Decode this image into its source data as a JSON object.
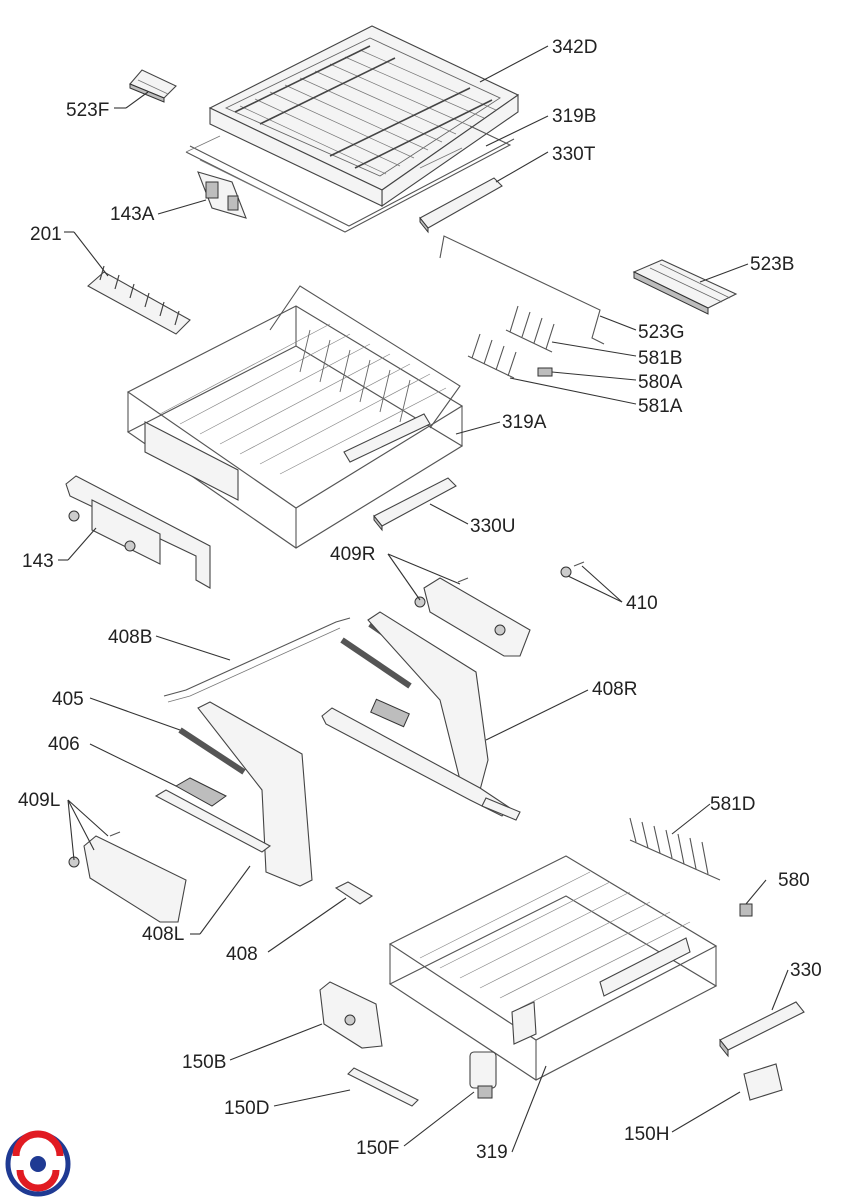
{
  "diagram": {
    "labels": {
      "p342D": "342D",
      "p523F": "523F",
      "p319B": "319B",
      "p330T": "330T",
      "p143A": "143A",
      "p201": "201",
      "p523B": "523B",
      "p523G": "523G",
      "p581B": "581B",
      "p580A": "580A",
      "p581A": "581A",
      "p319A": "319A",
      "p330U": "330U",
      "p143": "143",
      "p409R": "409R",
      "p410": "410",
      "p408B": "408B",
      "p408R": "408R",
      "p405": "405",
      "p406": "406",
      "p409L": "409L",
      "p581D": "581D",
      "p580": "580",
      "p330": "330",
      "p408L": "408L",
      "p408": "408",
      "p150B": "150B",
      "p150D": "150D",
      "p150F": "150F",
      "p319": "319",
      "p150H": "150H"
    },
    "colors": {
      "logo_red": "#e11b22",
      "logo_blue": "#1f3a93",
      "line": "#333333"
    },
    "logo_icon": "brand-swirl-icon"
  }
}
